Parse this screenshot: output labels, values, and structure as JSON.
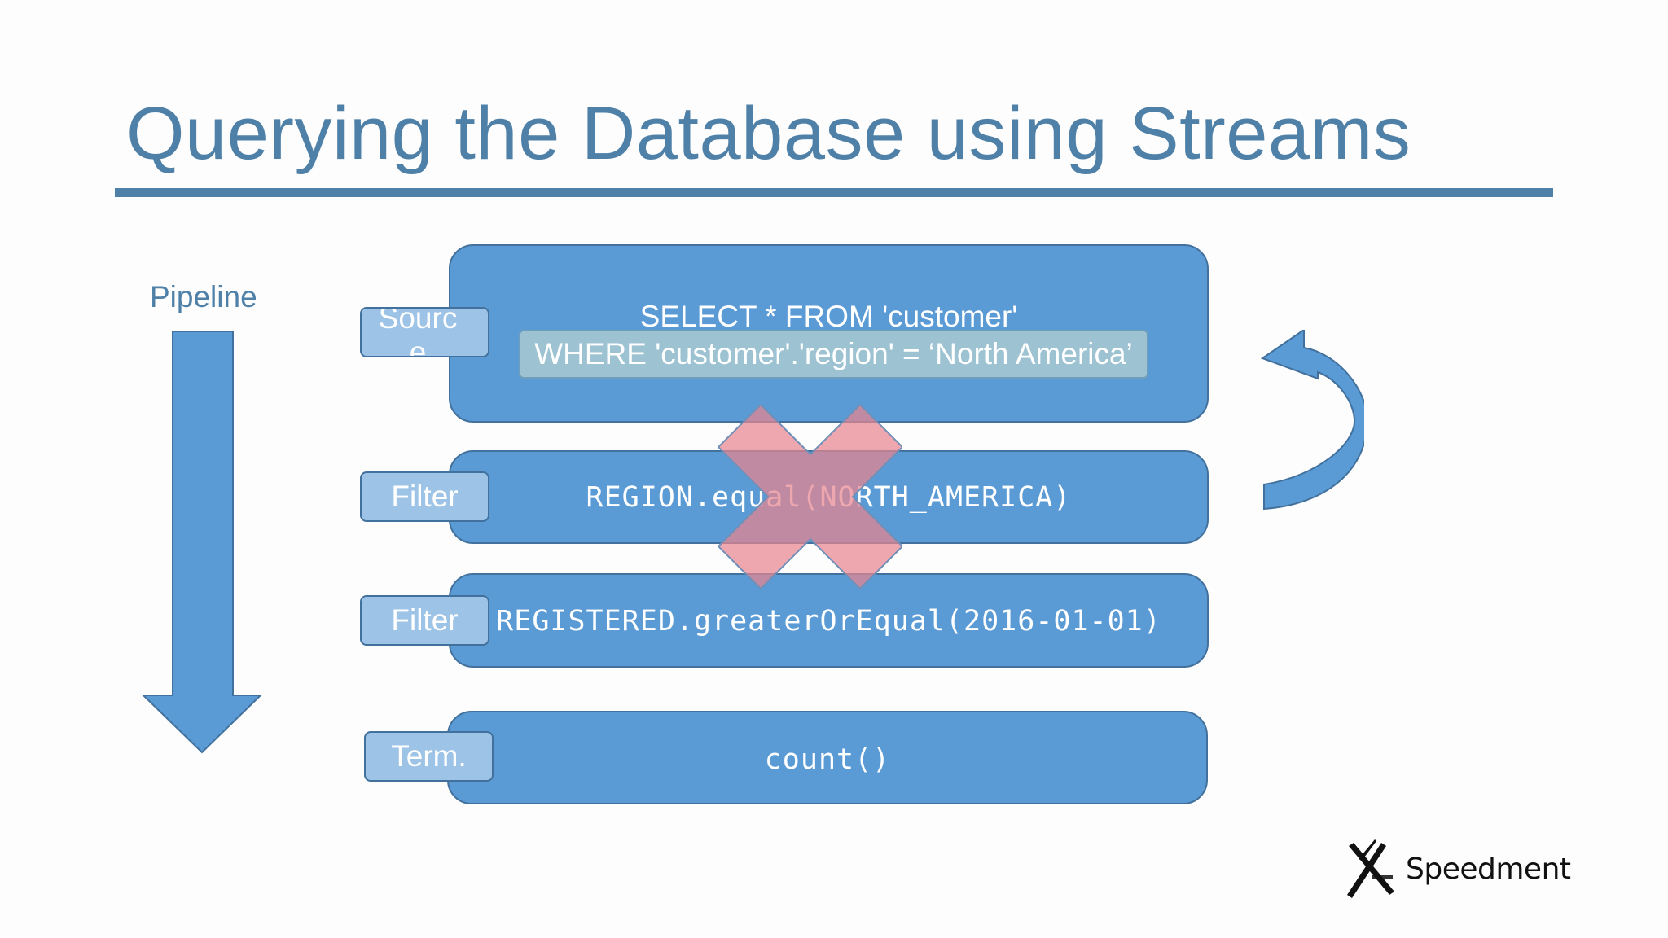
{
  "slide": {
    "title": "Querying the Database using Streams",
    "pipeline_label": "Pipeline"
  },
  "stages": {
    "source": {
      "tag": "Source",
      "sql_select": "SELECT * FROM 'customer'",
      "sql_where": "WHERE 'customer'.'region' = ‘North America’"
    },
    "filter1": {
      "tag": "Filter",
      "code": "REGION.equal(NORTH_AMERICA)"
    },
    "filter2": {
      "tag": "Filter",
      "code": "REGISTERED.greaterOrEqual(2016-01-01)"
    },
    "terminal": {
      "tag": "Term.",
      "code": "count()"
    }
  },
  "logo": {
    "text": "Speedment"
  },
  "icons": {
    "pipeline_arrow": "down-arrow-icon",
    "cross": "x-cross-icon",
    "return_arrow": "curved-return-arrow-icon",
    "logo_mark": "speedment-logo-icon"
  },
  "colors": {
    "title": "#4f81a8",
    "stage_fill": "#5b9bd5",
    "stage_border": "#41719c",
    "tag_fill": "#9dc3e6",
    "cross": "#e8858f"
  }
}
